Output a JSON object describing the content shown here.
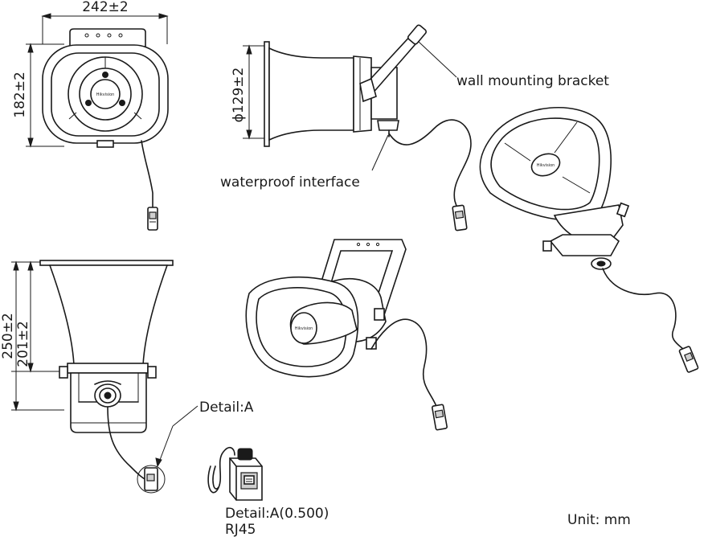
{
  "dimensions": {
    "width": "242±2",
    "height": "182±2",
    "diameter": "ϕ129±2",
    "length_total": "250±2",
    "length_body": "201±2"
  },
  "labels": {
    "wall_mounting_bracket": "wall mounting bracket",
    "waterproof_interface": "waterproof interface",
    "detail_a": "Detail:A",
    "detail_a_scale": "Detail:A(0.500)",
    "rj45": "RJ45",
    "unit": "Unit: mm"
  },
  "brand_mark": "Hikvision"
}
